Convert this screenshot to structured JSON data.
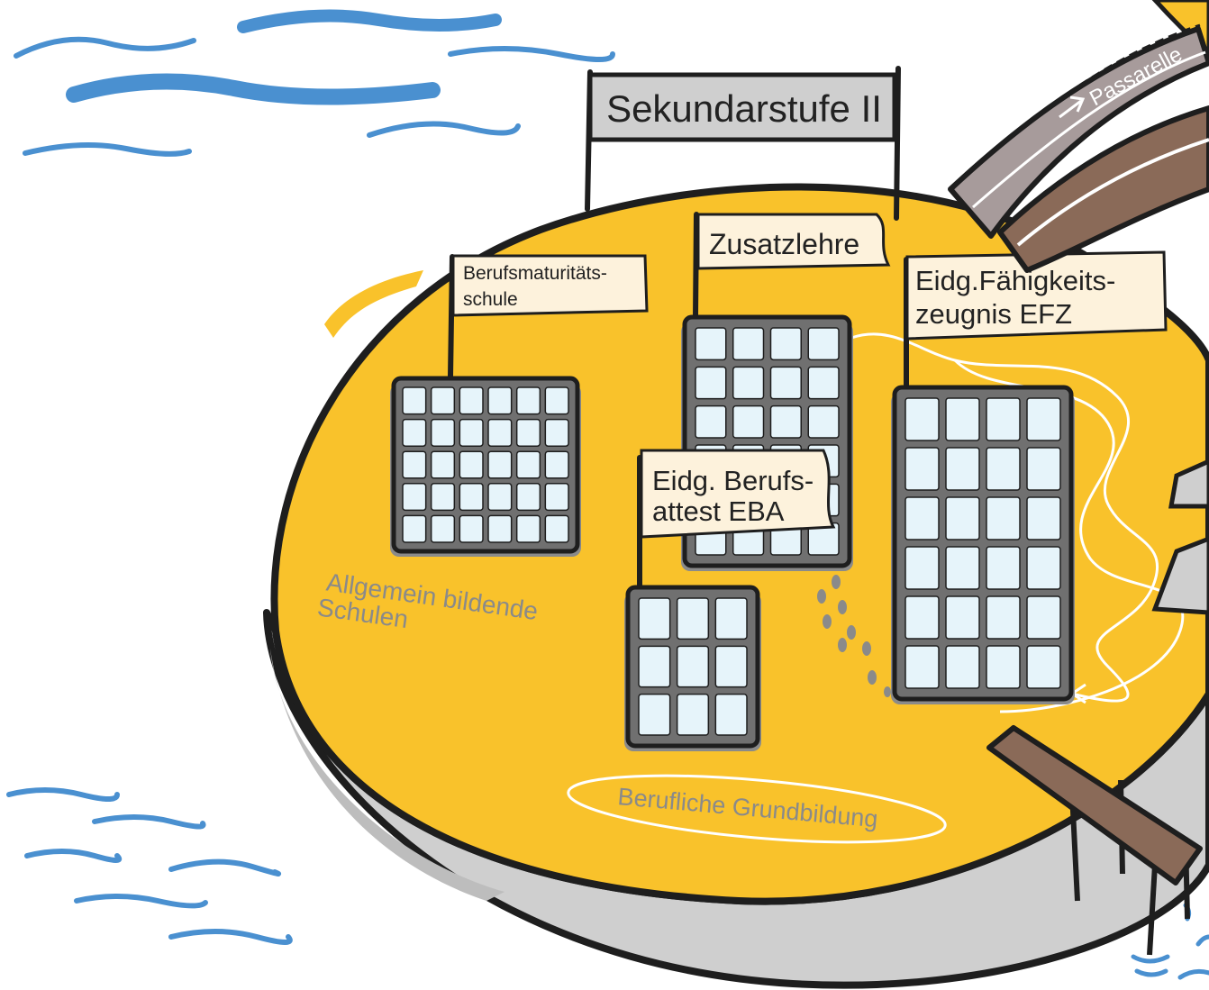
{
  "title": "Sekundarstufe II",
  "signs": {
    "berufsmaturitaet": [
      "Berufsmaturitäts-",
      "schule"
    ],
    "zusatzlehre": "Zusatzlehre",
    "eba": [
      "Eidg. Berufs-",
      "attest EBA"
    ],
    "efz": [
      "Eidg.Fähigkeits-",
      "zeugnis EFZ"
    ]
  },
  "area_labels": {
    "allgemein": [
      "Allgemein bildende",
      "Schulen"
    ],
    "grundbildung": "Berufliche Grundbildung"
  },
  "bridge_label": "Passarelle",
  "colors": {
    "island": "#f9c22b",
    "island_side": "#cfcfcf",
    "building": "#707070",
    "window": "#e6f4fa",
    "sign": "#fdf2dc",
    "water": "#4a90d0",
    "wood": "#8a6a58"
  }
}
